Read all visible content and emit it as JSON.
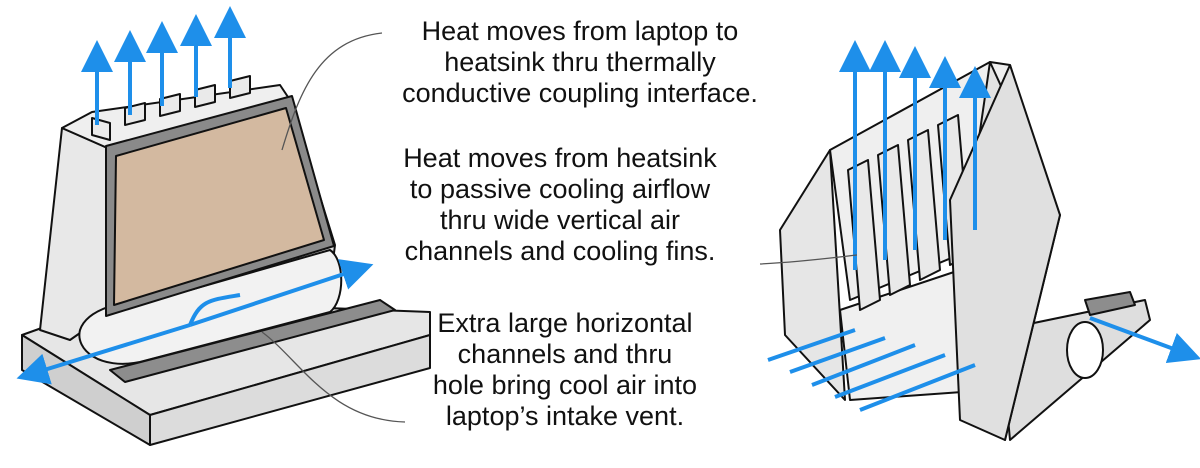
{
  "callouts": [
    {
      "lines": [
        "Heat moves from laptop to",
        "heatsink thru thermally",
        "conductive coupling interface."
      ]
    },
    {
      "lines": [
        "Heat moves from heatsink",
        "to passive cooling airflow",
        "thru wide vertical air",
        "channels and cooling fins."
      ]
    },
    {
      "lines": [
        "Extra large horizontal",
        "channels and thru",
        "hole bring cool air into",
        "laptop’s intake vent."
      ]
    }
  ],
  "colors": {
    "airflow": "#1e8fea",
    "body": "#e4e4e4",
    "coupling_pad": "#d3b9a0",
    "frame": "#8a8a8a",
    "outline": "#111111"
  }
}
